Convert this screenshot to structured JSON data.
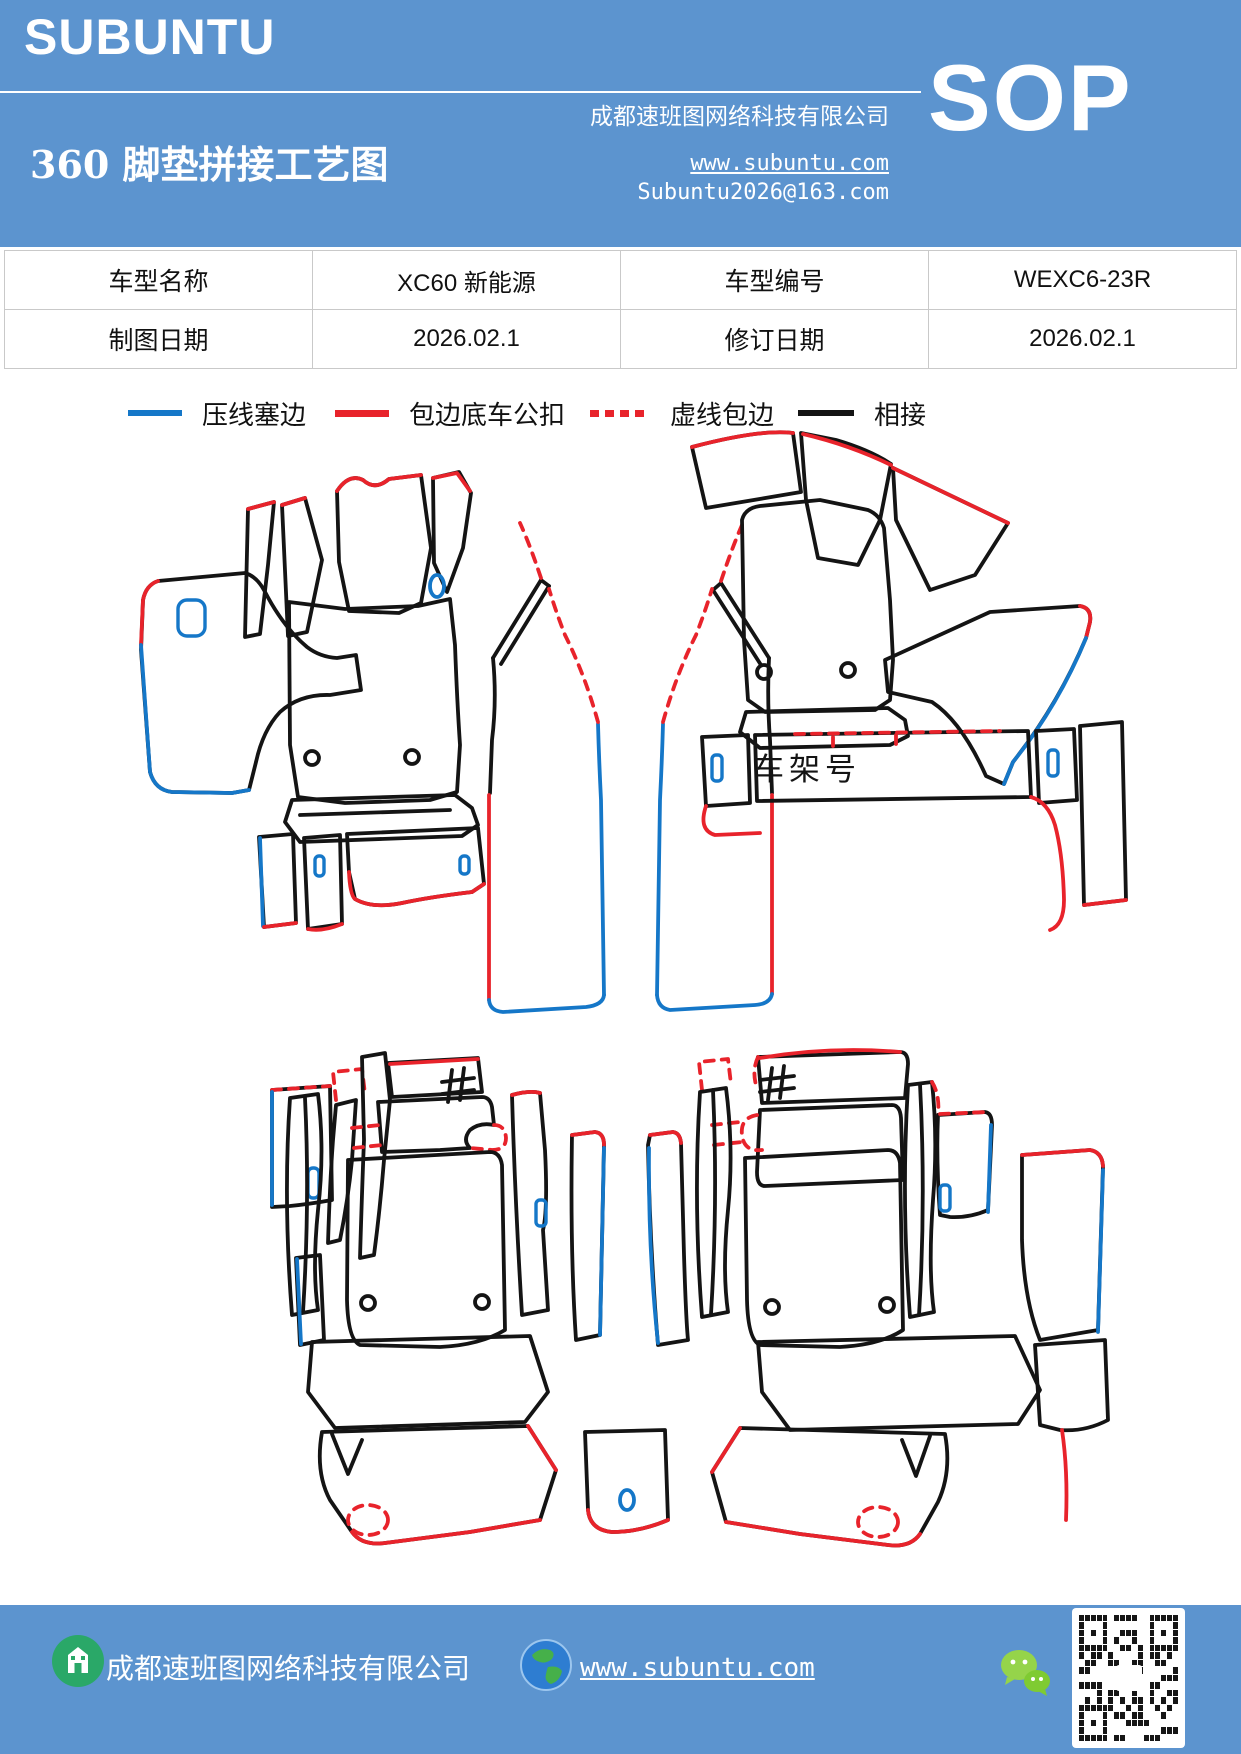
{
  "colors": {
    "band_blue": "#5C94CF",
    "line_blue": "#1577C8",
    "line_red": "#E8232B",
    "line_black": "#141414",
    "table_border": "#C9C9C9"
  },
  "header": {
    "brand": "SUBUNTU",
    "title": "360 脚垫拼接工艺图",
    "company": "成都速班图网络科技有限公司",
    "website": "www.subuntu.com",
    "email": "Subuntu2026@163.com",
    "badge": "SOP"
  },
  "info_table": {
    "rows": [
      [
        "车型名称",
        "XC60 新能源",
        "车型编号",
        "WEXC6-23R"
      ],
      [
        "制图日期",
        "2026.02.1",
        "修订日期",
        "2026.02.1"
      ]
    ]
  },
  "legend": {
    "items": [
      {
        "label": "压线塞边",
        "style": "solid",
        "color": "#1577C8"
      },
      {
        "label": "包边底车公扣",
        "style": "solid",
        "color": "#E8232B"
      },
      {
        "label": "虚线包边",
        "style": "dashed",
        "color": "#E8232B"
      },
      {
        "label": "相接",
        "style": "solid",
        "color": "#141414"
      }
    ]
  },
  "diagram": {
    "vin_label": "车架号"
  },
  "footer": {
    "company": "成都速班图网络科技有限公司",
    "website": "www.subuntu.com",
    "icons": [
      "building-icon",
      "globe-icon",
      "wechat-icon",
      "qr-code"
    ]
  }
}
